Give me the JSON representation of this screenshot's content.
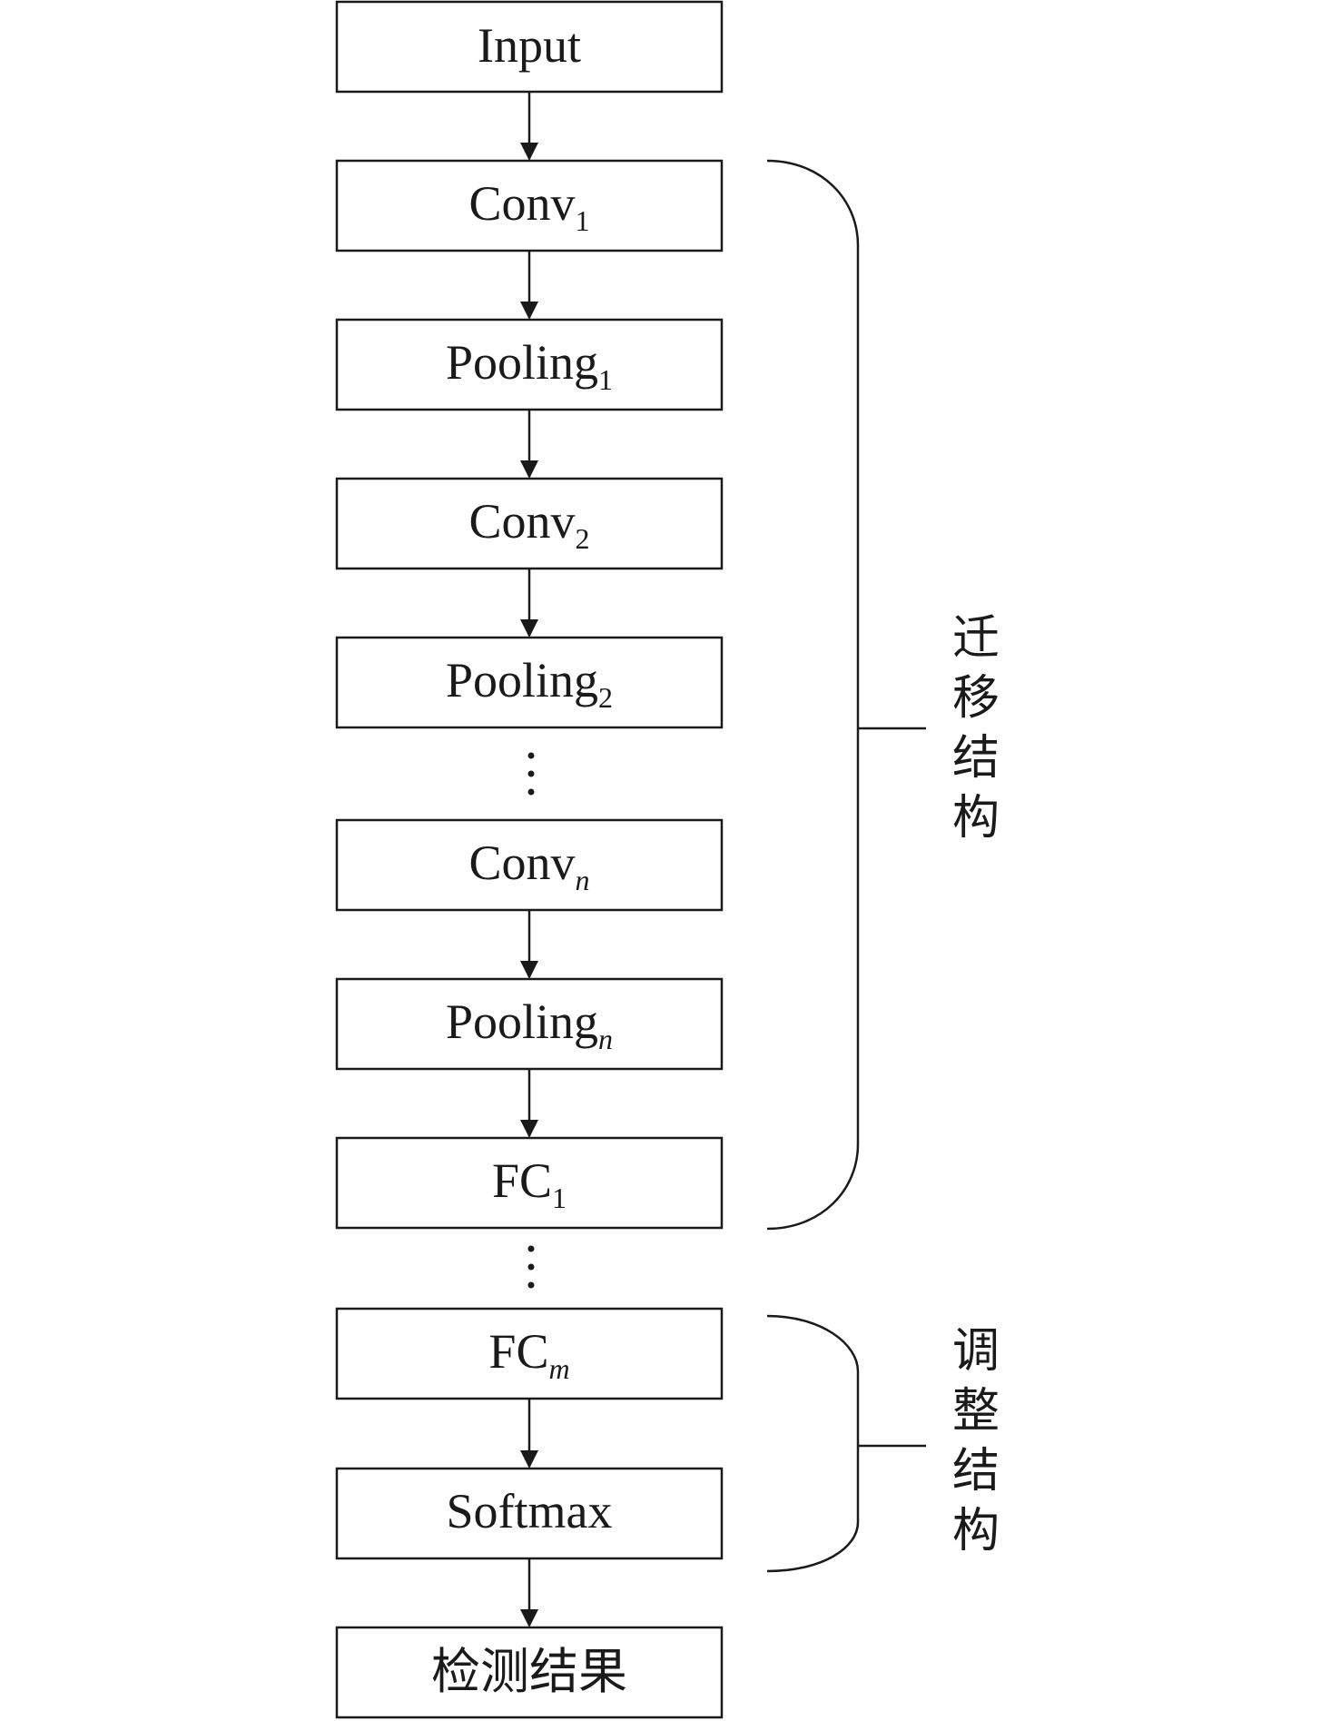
{
  "nodes": [
    {
      "id": "input",
      "label": "Input",
      "sub": "",
      "sub_italic": false
    },
    {
      "id": "conv1",
      "label": "Conv",
      "sub": "1",
      "sub_italic": false
    },
    {
      "id": "pooling1",
      "label": "Pooling",
      "sub": "1",
      "sub_italic": false
    },
    {
      "id": "conv2",
      "label": "Conv",
      "sub": "2",
      "sub_italic": false
    },
    {
      "id": "pooling2",
      "label": "Pooling",
      "sub": "2",
      "sub_italic": false
    },
    {
      "id": "convn",
      "label": "Conv",
      "sub": "n",
      "sub_italic": true
    },
    {
      "id": "poolingn",
      "label": "Pooling",
      "sub": "n",
      "sub_italic": true
    },
    {
      "id": "fc1",
      "label": "FC",
      "sub": "1",
      "sub_italic": false
    },
    {
      "id": "fcm",
      "label": "FC",
      "sub": "m",
      "sub_italic": true
    },
    {
      "id": "softmax",
      "label": "Softmax",
      "sub": "",
      "sub_italic": false
    },
    {
      "id": "result",
      "label": "检测结果",
      "sub": "",
      "sub_italic": false
    }
  ],
  "braces": {
    "transfer": {
      "label": [
        "迁",
        "移",
        "结",
        "构"
      ]
    },
    "adjust": {
      "label": [
        "调",
        "整",
        "结",
        "构"
      ]
    }
  },
  "colors": {
    "stroke": "#1a1a1a",
    "background": "#ffffff"
  }
}
